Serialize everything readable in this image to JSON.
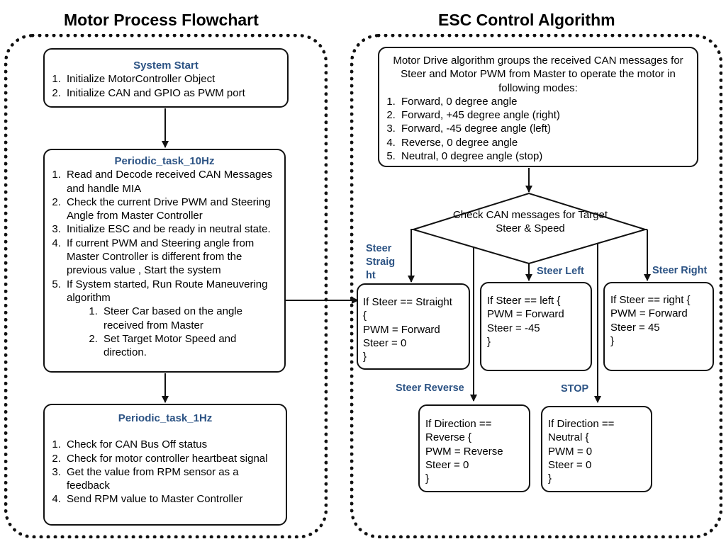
{
  "left": {
    "heading": "Motor Process Flowchart",
    "system_start": {
      "title": "System Start",
      "items": [
        "Initialize MotorController Object",
        "Initialize CAN and GPIO as PWM port"
      ]
    },
    "task_10hz": {
      "title": "Periodic_task_10Hz",
      "items": [
        "Read and Decode received CAN Messages and handle MIA",
        "Check the current Drive PWM and Steering Angle from Master Controller",
        "Initialize ESC and be ready in neutral state.",
        "If current PWM and Steering angle from Master Controller is different from the previous value , Start the system",
        "If System started, Run Route Maneuvering algorithm"
      ],
      "subitems": [
        "Steer Car based on the angle received from Master",
        "Set Target Motor Speed and direction."
      ]
    },
    "task_1hz": {
      "title": "Periodic_task_1Hz",
      "items": [
        "Check for CAN Bus Off status",
        "Check for motor controller heartbeat signal",
        "Get the value from RPM sensor as a feedback",
        "Send RPM value to Master Controller"
      ]
    }
  },
  "right": {
    "heading": "ESC Control Algorithm",
    "intro": {
      "text": "Motor Drive algorithm groups the received CAN messages for Steer and Motor PWM from Master to operate the motor in following modes:",
      "items": [
        "Forward, 0 degree angle",
        "Forward, +45 degree angle (right)",
        "Forward, -45 degree angle (left)",
        "Reverse, 0 degree angle",
        "Neutral, 0 degree angle (stop)"
      ]
    },
    "decision": {
      "text": "Check CAN messages for Target Steer  & Speed"
    },
    "branches": {
      "straight": {
        "label": "Steer Straig ht",
        "lines": [
          "If Steer == Straight",
          "{",
          "PWM = Forward",
          "Steer = 0",
          "}"
        ]
      },
      "left": {
        "label": "Steer Left",
        "lines": [
          "If Steer == left {",
          "PWM = Forward",
          "Steer = -45",
          "}"
        ]
      },
      "right": {
        "label": "Steer Right",
        "lines": [
          "If Steer == right {",
          "PWM = Forward",
          "Steer = 45",
          "}"
        ]
      },
      "reverse": {
        "label": "Steer Reverse",
        "lines": [
          "If Direction ==",
          "Reverse {",
          "PWM = Reverse",
          "Steer = 0",
          "}"
        ]
      },
      "stop": {
        "label": "STOP",
        "lines": [
          "If Direction ==",
          "Neutral {",
          "PWM = 0",
          "Steer = 0",
          "}"
        ]
      }
    }
  }
}
